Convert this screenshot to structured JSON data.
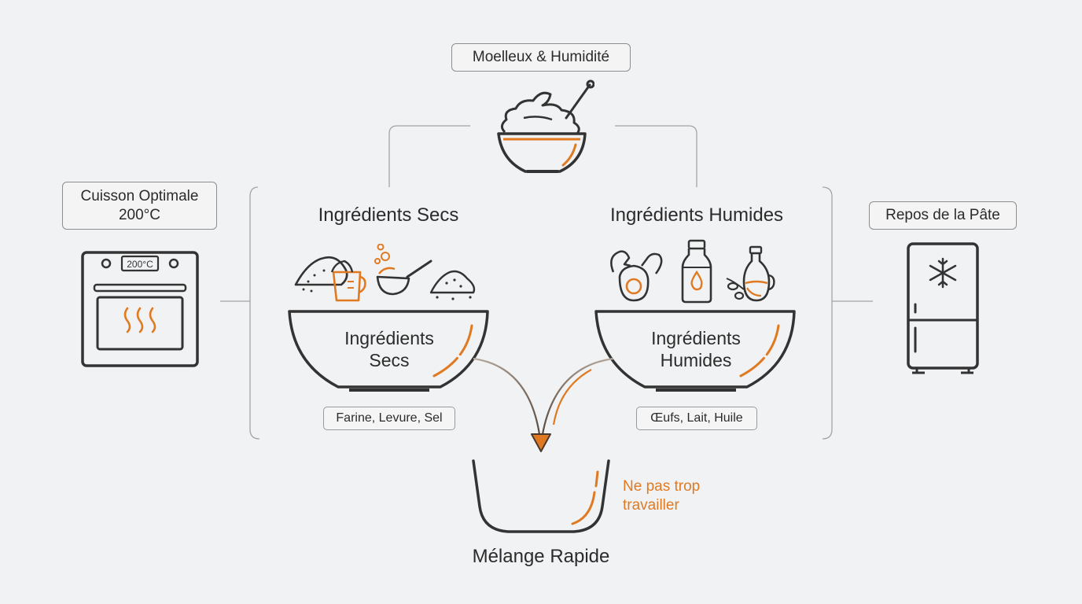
{
  "top": {
    "label": "Moelleux & Humidité"
  },
  "left": {
    "label_line1": "Cuisson Optimale",
    "label_line2": "200°C",
    "display": "200°C"
  },
  "right": {
    "label": "Repos de la Pâte"
  },
  "dry": {
    "heading": "Ingrédients Secs",
    "bowl_line1": "Ingrédients",
    "bowl_line2": "Secs",
    "tag": "Farine, Levure, Sel"
  },
  "wet": {
    "heading": "Ingrédients Humides",
    "bowl_line1": "Ingrédients",
    "bowl_line2": "Humides",
    "tag": "Œufs, Lait, Huile"
  },
  "mix": {
    "note_line1": "Ne pas trop",
    "note_line2": "travailler",
    "title": "Mélange Rapide"
  },
  "colors": {
    "accent": "#e07a22",
    "line": "#333333",
    "connector": "#9a9a9a"
  },
  "icons": [
    "mixing-bowl-icon",
    "oven-icon",
    "fridge-icon",
    "flour-icon",
    "measuring-cup-icon",
    "scoop-icon",
    "salt-icon",
    "egg-icon",
    "milk-bottle-icon",
    "oil-bottle-icon",
    "snowflake-icon",
    "arrow-down-icon"
  ]
}
